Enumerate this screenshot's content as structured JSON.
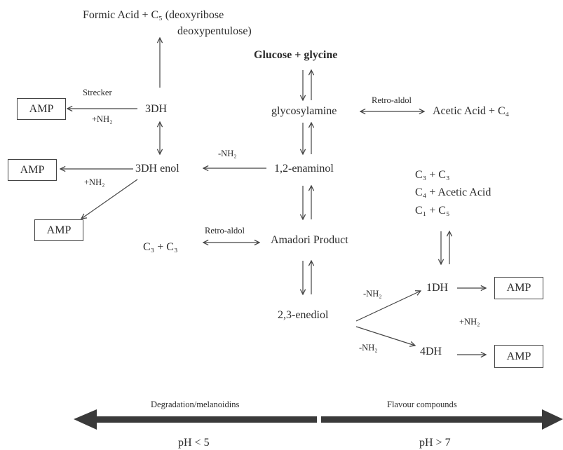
{
  "colors": {
    "ink": "#2b2b2b",
    "line": "#444444",
    "thick_arrow": "#3a3a3a"
  },
  "nodes": {
    "formic_acid": "Formic Acid + C₅ (deoxyribose",
    "deoxypentulose": "deoxypentulose)",
    "glucose_glycine": "Glucose + glycine",
    "glycosylamine": "glycosylamine",
    "acetic_c4": "Acetic Acid + C₄",
    "three_dh": "3DH",
    "three_dh_enol": "3DH enol",
    "enaminol": "1,2-enaminol",
    "c3_c3_right": "C₃ + C₃",
    "c4_acetic": "C₄ + Acetic Acid",
    "c1_c5": "C₁ + C₅",
    "c3_c3_left": "C₃ + C₃",
    "amadori": "Amadori Product",
    "one_dh": "1DH",
    "enediol": "2,3-enediol",
    "four_dh": "4DH"
  },
  "boxes": {
    "amp_1": "AMP",
    "amp_2": "AMP",
    "amp_3": "AMP",
    "amp_4": "AMP",
    "amp_5": "AMP"
  },
  "labels": {
    "strecker": "Strecker",
    "nh2_1": "+NH₂",
    "nh2_2": "+NH₂",
    "retro_aldol_1": "Retro-aldol",
    "retro_aldol_2": "Retro-aldol",
    "minus_nh2_1": "-NH₂",
    "minus_nh2_2": "-NH₂",
    "minus_nh2_3": "-NH₂",
    "nh2_3": "+NH₂"
  },
  "bottom": {
    "left_label": "Degradation/melanoidins",
    "right_label": "Flavour compounds",
    "ph_low": "pH < 5",
    "ph_high": "pH > 7"
  }
}
